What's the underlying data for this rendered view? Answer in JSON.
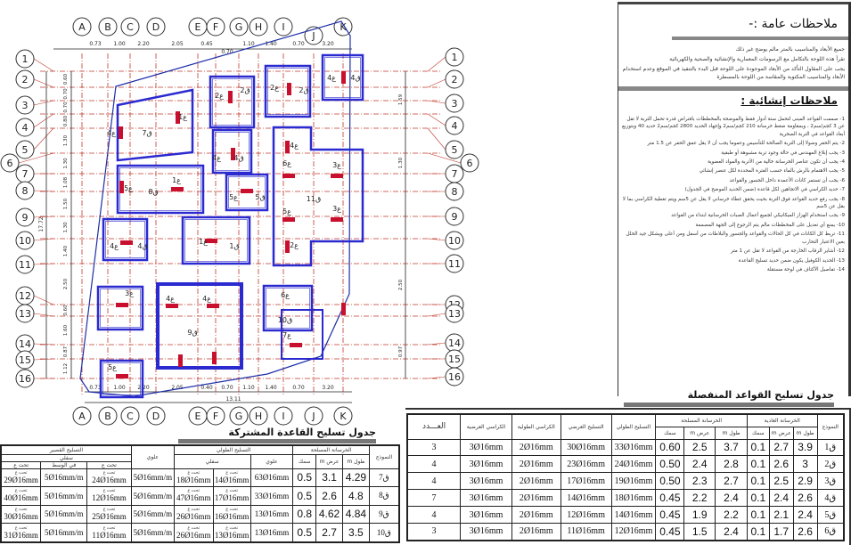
{
  "grid": {
    "columns": [
      "A",
      "B",
      "C",
      "D",
      "E",
      "F",
      "G",
      "H",
      "I",
      "J",
      "K"
    ],
    "rows": [
      "1",
      "2",
      "3",
      "4",
      "5",
      "6",
      "7",
      "8",
      "9",
      "10",
      "11",
      "12",
      "13",
      "14",
      "15",
      "16"
    ],
    "top_dims": [
      "0.73",
      "1.00",
      "2.20",
      "2.05",
      "0.45",
      "0.70",
      "1.10",
      "1.40",
      "0.70",
      "3.20"
    ],
    "bottom_dims": [
      "0.73",
      "1.00",
      "2.20",
      "2.05",
      "0.40",
      "0.70",
      "1.10",
      "1.40",
      "0.70",
      "3.20"
    ],
    "bottom_total": "13.11",
    "left_dims": [
      "0.60",
      "0.70",
      "0.70",
      "0.80",
      "1.30",
      "1.30",
      "1.08",
      "1.50",
      "1.30",
      "1.40",
      "2.50",
      "0.60",
      "1.60",
      "0.87",
      "1.12"
    ],
    "left_total": "17.72",
    "right_dims": [
      "1.59",
      "1.30",
      "2.50",
      "0.97"
    ]
  },
  "plan_labels": [
    "ق7",
    "ع4",
    "ع1",
    "ق8",
    "ع5",
    "ع1",
    "ق2",
    "ع2",
    "ق2",
    "ع2",
    "ق4",
    "ع4",
    "ق4",
    "ع4",
    "ق5",
    "ع5",
    "ق11",
    "ع4",
    "ع6",
    "ع3",
    "ع5",
    "ع3",
    "ع2",
    "ق4",
    "ع4",
    "ق1",
    "ع1",
    "ع3",
    "ق9",
    "ع4",
    "ع4",
    "ق10",
    "ع6",
    "ع7",
    "ع5"
  ],
  "notes": {
    "general_title": "ملاحظات عامة :-",
    "general": [
      "جميع الأبعاد والمناسيب بالمتر مالم يوضح غير ذلك",
      "تقرأ هذه اللوحة بالتكامل مع الرسومات المعمارية والإنشائية والصحية والكهربائية",
      "يجب على المقاول التأكد من الأبعاد الموجودة على اللوحة قبل البدء بالتنفيذ في الموقع وعدم استخدام الأبعاد والمناسيب المكتوبة والمقاسة من اللوحة بالمسطرة"
    ],
    "structural_title": "ملاحظات إنشائية :",
    "structural": [
      "1- صممت القواعد المبنى لتحمل ستة أدوار فقط والموضحة بالمخططات بافتراض قدرة تحمل التربة لا تقل عن 3 كجم/سم2 ، وبمقاومة ضغط خرسانة 210 كجم/سم2 وإجهاد الحديد 2800 كجم/سم2 حديد 40 وبتوزيع أبعاد القواعد في التربة الصخرية",
      "2- يتم الحفر وصولا إلى التربة الصالحة للتأسيس وعموما يجب أن لا يقل عمق الحفر عن 1.5 متر",
      "3- يجب إبلاغ المهندس في حالة وجود تربة مشبوهة أو طبقية",
      "4- يجب أن تكون عناصر الخرسانة خالية من الأتربة والمواد العضوية",
      "5- يجب الاهتمام بالرش بالماء حسب الفترة المحددة لكل عنصر إنشائي",
      "6- يجب أن تستمر كانات الأعمدة داخل الجسور والقواعد",
      "7- حديد الكراسي في الاتجاهين لكل قاعدة (ضمن الحديد الموضح في الجدول)",
      "8- يجب رفع حديد القواعد فوق التربة بحيث يحقق غطاء خرساني لا يقل عن 5سم ويتم تغطية الكراسي بما لا يقل عن 5سم",
      "9- يجب استخدام الهزاز الميكانيكي لجميع أعمال الصبات الخرسانية ابتداء من القواعد",
      "10- يمنع أي تعديل على المخططات مالم يتم الرجوع إلى الجهة المصممة",
      "11- تربط كل الكانات في كل الحالات والقواعد والجسور والبلاطات من أسفل ومن أعلى ويشكل جيد الخلل بعين الاعتبار التحارب",
      "12- أشاير الرقاب الخارجة من القواعد لا تقل عن 1 متر",
      "13- الحديد الكوفيل يكون ضمن حديد تسليح القاعدة",
      "14- تفاصيل الأكتاف في لوحة مستقلة"
    ]
  },
  "isolated_table": {
    "title": "جدول تسليح القواعد المنفصلة",
    "headers": {
      "count": "العـــدد",
      "cross_chairs": "الكراسي العرضية",
      "long_chairs": "الكراسي الطولية",
      "cross_reinf": "التسليح العرضي",
      "long_reinf": "التسليح الطولي",
      "reinforced": "الخرسانة المسلحة",
      "plain": "الخرسانة العادية",
      "thick": "سمك",
      "width": "عرض m",
      "length": "طول m",
      "model": "النموذج"
    },
    "rows": [
      {
        "count": "3",
        "cross_chairs": "3Ø16mm",
        "long_chairs": "2Ø16mm",
        "cross": "30Ø16mm",
        "long": "33Ø16mm",
        "r_thick": "0.60",
        "r_width": "2.5",
        "r_length": "3.7",
        "p_thick": "0.1",
        "p_width": "2.7",
        "p_length": "3.9",
        "model": "ق1"
      },
      {
        "count": "4",
        "cross_chairs": "3Ø16mm",
        "long_chairs": "2Ø16mm",
        "cross": "23Ø16mm",
        "long": "24Ø16mm",
        "r_thick": "0.50",
        "r_width": "2.4",
        "r_length": "2.8",
        "p_thick": "0.1",
        "p_width": "2.6",
        "p_length": "3",
        "model": "ق2"
      },
      {
        "count": "4",
        "cross_chairs": "3Ø16mm",
        "long_chairs": "2Ø16mm",
        "cross": "17Ø16mm",
        "long": "19Ø16mm",
        "r_thick": "0.50",
        "r_width": "2.3",
        "r_length": "2.7",
        "p_thick": "0.1",
        "p_width": "2.5",
        "p_length": "2.9",
        "model": "ق3"
      },
      {
        "count": "7",
        "cross_chairs": "3Ø16mm",
        "long_chairs": "2Ø16mm",
        "cross": "14Ø16mm",
        "long": "18Ø16mm",
        "r_thick": "0.45",
        "r_width": "2.2",
        "r_length": "2.4",
        "p_thick": "0.1",
        "p_width": "2.4",
        "p_length": "2.6",
        "model": "ق4"
      },
      {
        "count": "4",
        "cross_chairs": "3Ø16mm",
        "long_chairs": "2Ø16mm",
        "cross": "12Ø16mm",
        "long": "14Ø16mm",
        "r_thick": "0.45",
        "r_width": "1.9",
        "r_length": "2.2",
        "p_thick": "0.1",
        "p_width": "2.1",
        "p_length": "2.4",
        "model": "ق5"
      },
      {
        "count": "3",
        "cross_chairs": "3Ø16mm",
        "long_chairs": "2Ø16mm",
        "cross": "11Ø16mm",
        "long": "12Ø16mm",
        "r_thick": "0.45",
        "r_width": "1.5",
        "r_length": "2.4",
        "p_thick": "0.1",
        "p_width": "1.7",
        "p_length": "2.6",
        "model": "ق6"
      }
    ]
  },
  "combined_table": {
    "title": "جدول تسليح القاعدة المشتركة",
    "headers": {
      "short": "التسليح القصير",
      "long": "التسليح الطولي",
      "bottom": "سفلي",
      "top": "علوي",
      "under_col": "تحت ع",
      "middle": "في الوسط",
      "reinforced": "الخرسانة المسلحة",
      "thick": "سمك",
      "width": "عرض m",
      "length": "طول m",
      "model": "النموذج"
    },
    "rows": [
      {
        "s1": "29Ø16mm",
        "s_mid": "5Ø16mm/m",
        "s2": "24Ø16mm",
        "top_short": "5Ø16mm/m",
        "l1": "18Ø16mm",
        "l2": "14Ø16mm",
        "top_long": "63Ø16mm",
        "thick": "0.5",
        "width": "3.1",
        "length": "4.29",
        "model": "ق7"
      },
      {
        "s1": "40Ø16mm",
        "s_mid": "5Ø16mm/m",
        "s2": "12Ø16mm",
        "top_short": "5Ø16mm/m",
        "l1": "47Ø16mm",
        "l2": "17Ø16mm",
        "top_long": "33Ø16mm",
        "thick": "0.5",
        "width": "2.6",
        "length": "4.8",
        "model": "ق8"
      },
      {
        "s1": "30Ø16mm",
        "s_mid": "5Ø16mm/m",
        "s2": "25Ø16mm",
        "top_short": "5Ø16mm/m",
        "l1": "26Ø16mm",
        "l2": "16Ø16mm",
        "top_long": "13Ø16mm",
        "thick": "0.8",
        "width": "4.62",
        "length": "4.84",
        "model": "ق9"
      },
      {
        "s1": "31Ø16mm",
        "s_mid": "5Ø16mm/m",
        "s2": "11Ø16mm",
        "top_short": "5Ø16mm/m",
        "l1": "26Ø16mm",
        "l2": "13Ø16mm",
        "top_long": "13Ø16mm",
        "thick": "0.5",
        "width": "2.7",
        "length": "3.5",
        "model": "ق10"
      }
    ]
  },
  "colors": {
    "grid": "#c0392b",
    "footing": "#2a2ad0",
    "column": "#c8102e",
    "outline": "#1d2fa8"
  }
}
